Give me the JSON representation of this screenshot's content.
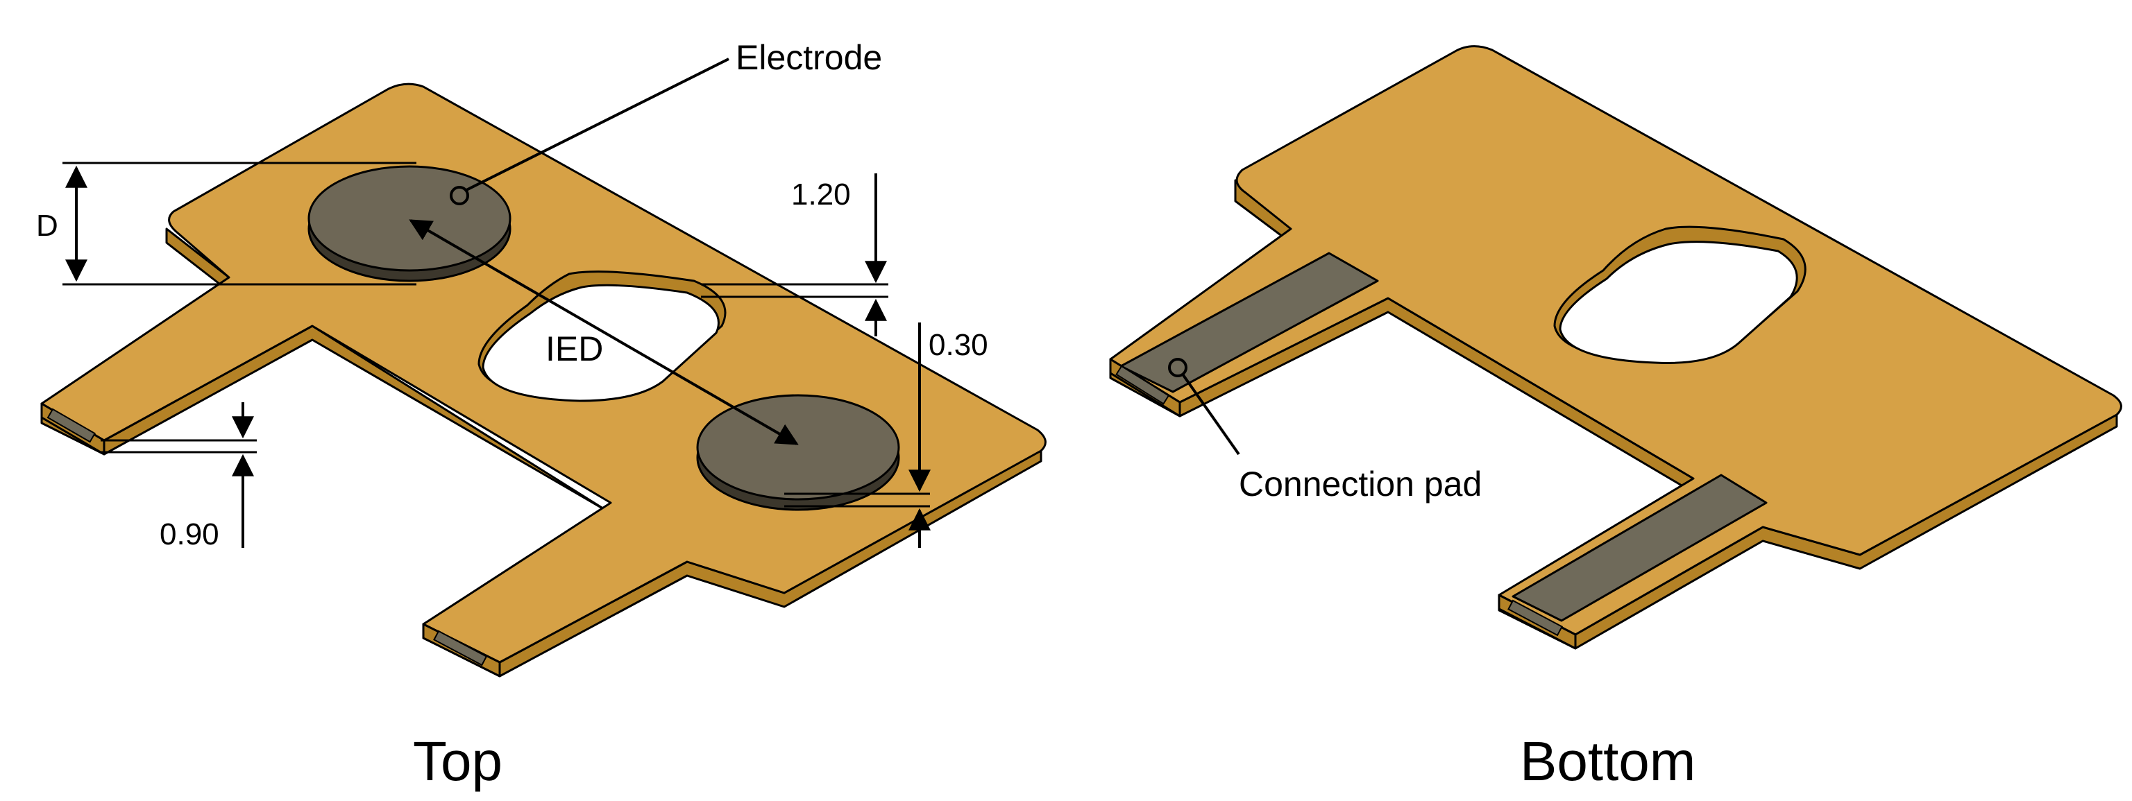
{
  "colors": {
    "board_top": "#D6A146",
    "board_side": "#B48226",
    "electrode": "#6E6756",
    "electrode_edge": "#3C372C",
    "pad": "#6F6A5A",
    "background": "#FFFFFF"
  },
  "top_view": {
    "caption": "Top",
    "callouts": {
      "electrode": "Electrode",
      "ied": "IED"
    },
    "dimensions": {
      "diameter_label": "D",
      "electrode_thickness": "1.20",
      "substrate_thickness": "0.30",
      "pad_thickness": "0.90"
    }
  },
  "bottom_view": {
    "caption": "Bottom",
    "callouts": {
      "connection_pad": "Connection pad"
    }
  }
}
